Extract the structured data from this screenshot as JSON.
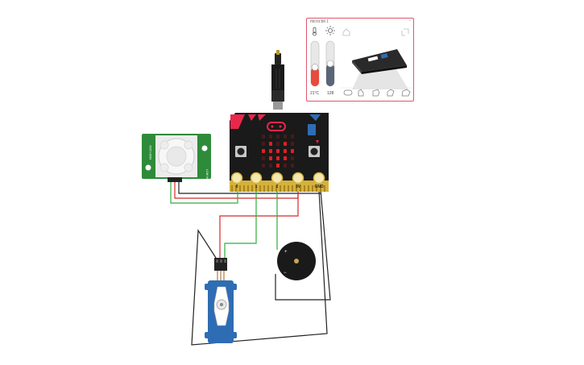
{
  "simulator_panel": {
    "title": "micro:bit 1",
    "temperature_readout": "21°C",
    "light_readout": "128",
    "temperature_level": 0.42,
    "light_level": 0.5,
    "gesture_icons": [
      "logo-touch-icon",
      "shake-icon",
      "tilt-left-icon",
      "tilt-right-icon",
      "freefall-icon"
    ]
  },
  "microbit": {
    "pins": [
      "0",
      "1",
      "2",
      "3V",
      "GND"
    ],
    "led_matrix": [
      [
        0,
        0,
        0,
        0,
        0
      ],
      [
        0,
        1,
        0,
        1,
        0
      ],
      [
        1,
        1,
        1,
        1,
        1
      ],
      [
        0,
        1,
        1,
        1,
        0
      ],
      [
        0,
        0,
        1,
        0,
        0
      ]
    ],
    "led_color": "#e02020",
    "board_color": "#1a1a1a",
    "accent_color": "#e8274b"
  },
  "pir_sensor": {
    "labels": [
      "HIGH LOW",
      "LOW HIGH"
    ]
  },
  "buzzer": {
    "plus_label": "+",
    "minus_label": "−"
  },
  "wires": {
    "red": "#d42a2a",
    "green": "#2fae3a",
    "black": "#222222"
  }
}
